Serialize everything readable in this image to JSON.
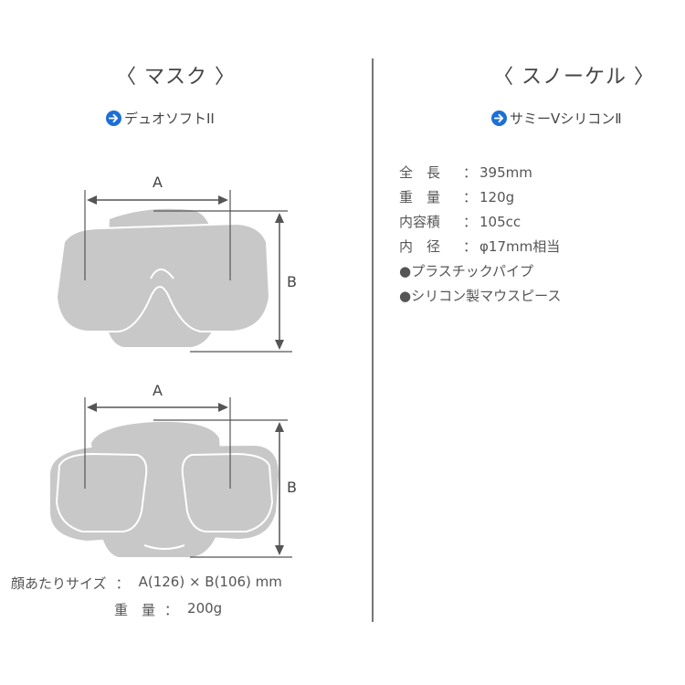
{
  "mask": {
    "title": "〈 マスク 〉",
    "link_label": "デュオソフトII",
    "diagram1": {
      "label_a": "A",
      "label_b": "B"
    },
    "diagram2": {
      "label_a": "A",
      "label_b": "B"
    },
    "face_size": {
      "label": "顔あたりサイズ",
      "colon": "：",
      "value": "A(126) × B(106) mm"
    },
    "weight": {
      "label": "重　量",
      "colon": "：",
      "value": "200g"
    }
  },
  "snorkel": {
    "title": "〈 スノーケル 〉",
    "link_label": "サミーVシリコンⅡ",
    "specs": [
      {
        "label": "全　長",
        "colon": "：",
        "value": "395mm"
      },
      {
        "label": "重　量",
        "colon": "：",
        "value": "120g"
      },
      {
        "label": "内容積",
        "colon": "：",
        "value": "105cc"
      },
      {
        "label": "内　径",
        "colon": "：",
        "value": "φ17mm相当"
      }
    ],
    "features": [
      "●プラスチックパイプ",
      "●シリコン製マウスピース"
    ]
  },
  "colors": {
    "accent": "#1c6fd6",
    "diagram_fill": "#c8c8c8",
    "line": "#555555"
  }
}
